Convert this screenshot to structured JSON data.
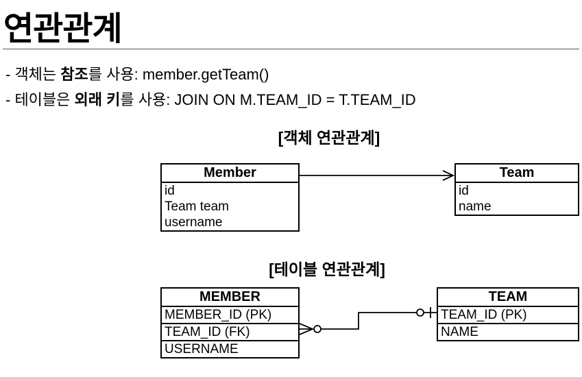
{
  "title": "연관관계",
  "bullets": [
    {
      "prefix": "- 객체는 ",
      "bold": "참조",
      "suffix": "를 사용: member.getTeam()"
    },
    {
      "prefix": "- 테이블은 ",
      "bold": "외래 키",
      "suffix": "를 사용: JOIN ON M.TEAM_ID = T.TEAM_ID"
    }
  ],
  "object_diagram": {
    "label": "[객체 연관관계]",
    "member": {
      "title": "Member",
      "rows": [
        "id",
        "Team team",
        "username"
      ]
    },
    "team": {
      "title": "Team",
      "rows": [
        "id",
        "name"
      ]
    }
  },
  "table_diagram": {
    "label": "[테이블 연관관계]",
    "member": {
      "title": "MEMBER",
      "rows": [
        "MEMBER_ID (PK)",
        "TEAM_ID (FK)",
        "USERNAME"
      ]
    },
    "team": {
      "title": "TEAM",
      "rows": [
        "TEAM_ID (PK)",
        "NAME"
      ]
    }
  },
  "colors": {
    "line": "#000000",
    "rule": "#555555"
  }
}
